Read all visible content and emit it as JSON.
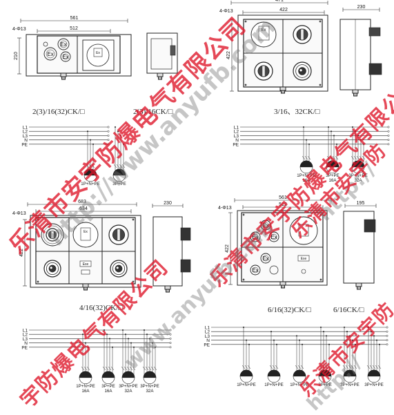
{
  "colors": {
    "line": "#222222",
    "box_fill": "#f2f2f2",
    "panel_dark": "#333333",
    "watermark_red": "#de1428",
    "watermark_gray": "#888888"
  },
  "top_left": {
    "hole_spec": "4-Φ13",
    "dim_outer": "561",
    "dim_inner": "512",
    "dim_height": "210",
    "ex_labels": [
      "Ex",
      "Ex",
      "Ex"
    ],
    "caption_left": "2(3)/16(32)CK/□",
    "caption_right": "2(3)/16CK/□",
    "circuit_lines": [
      "L1",
      "L2",
      "L3",
      "N",
      "PE"
    ],
    "socket_labels": [
      "1P+N+PE",
      "3P+PE"
    ]
  },
  "top_right": {
    "dim_total": "471",
    "hole_spec": "4-Φ13",
    "dim_inner": "422",
    "dim_height": "422",
    "dim_side": "230",
    "ex_label": "Ex",
    "caption": "3/16、32CK/□",
    "circuit_lines": [
      "L1",
      "L2",
      "L3",
      "N",
      "PE"
    ],
    "socket_labels": [
      "1P+N+PE\n16A",
      "3P+PE\n16A",
      "3P+N+PE\n32A"
    ]
  },
  "bottom_left": {
    "hole_spec": "4-Φ13",
    "dim_outer": "683",
    "dim_inner": "634",
    "dim_height": "422",
    "dim_side": "230",
    "ex_labels": [
      "Ex",
      "Ex",
      "Exe"
    ],
    "caption": "4/16(32)CK/□",
    "circuit_lines": [
      "L1",
      "L2",
      "L3",
      "N",
      "PE"
    ],
    "socket_labels": [
      "1P+N+PE\n16A",
      "3P+PE\n16A",
      "3P+N+PE\n32A",
      "3P+N+PE\n32A"
    ]
  },
  "bottom_right": {
    "hole_spec": "4-Φ13",
    "dim_outer": "561",
    "dim_inner": "512",
    "dim_height": "422",
    "dim_side": "195",
    "ex_labels": [
      "Ex",
      "Ex",
      "Ex",
      "Ex",
      "Ex",
      "Exe"
    ],
    "caption_left": "6/16(32)CK/□",
    "caption_right": "6/16CK/□",
    "circuit_lines": [
      "L1",
      "L2",
      "L3",
      "N",
      "PE"
    ],
    "socket_labels": [
      "1P+N+PE",
      "1P+N+PE",
      "1P+N+PE",
      "3P+PE",
      "3P+N+PE",
      "3P+N+PE"
    ]
  },
  "watermark": {
    "company": "乐清市安宇防爆电气有限公司",
    "company_short": "乐清市安宇防",
    "company_tail": "宇防爆电气有限公司",
    "url": "http://www.anyufb.com",
    "url_part": "http://",
    "url_www": "www.anyufb.com"
  }
}
